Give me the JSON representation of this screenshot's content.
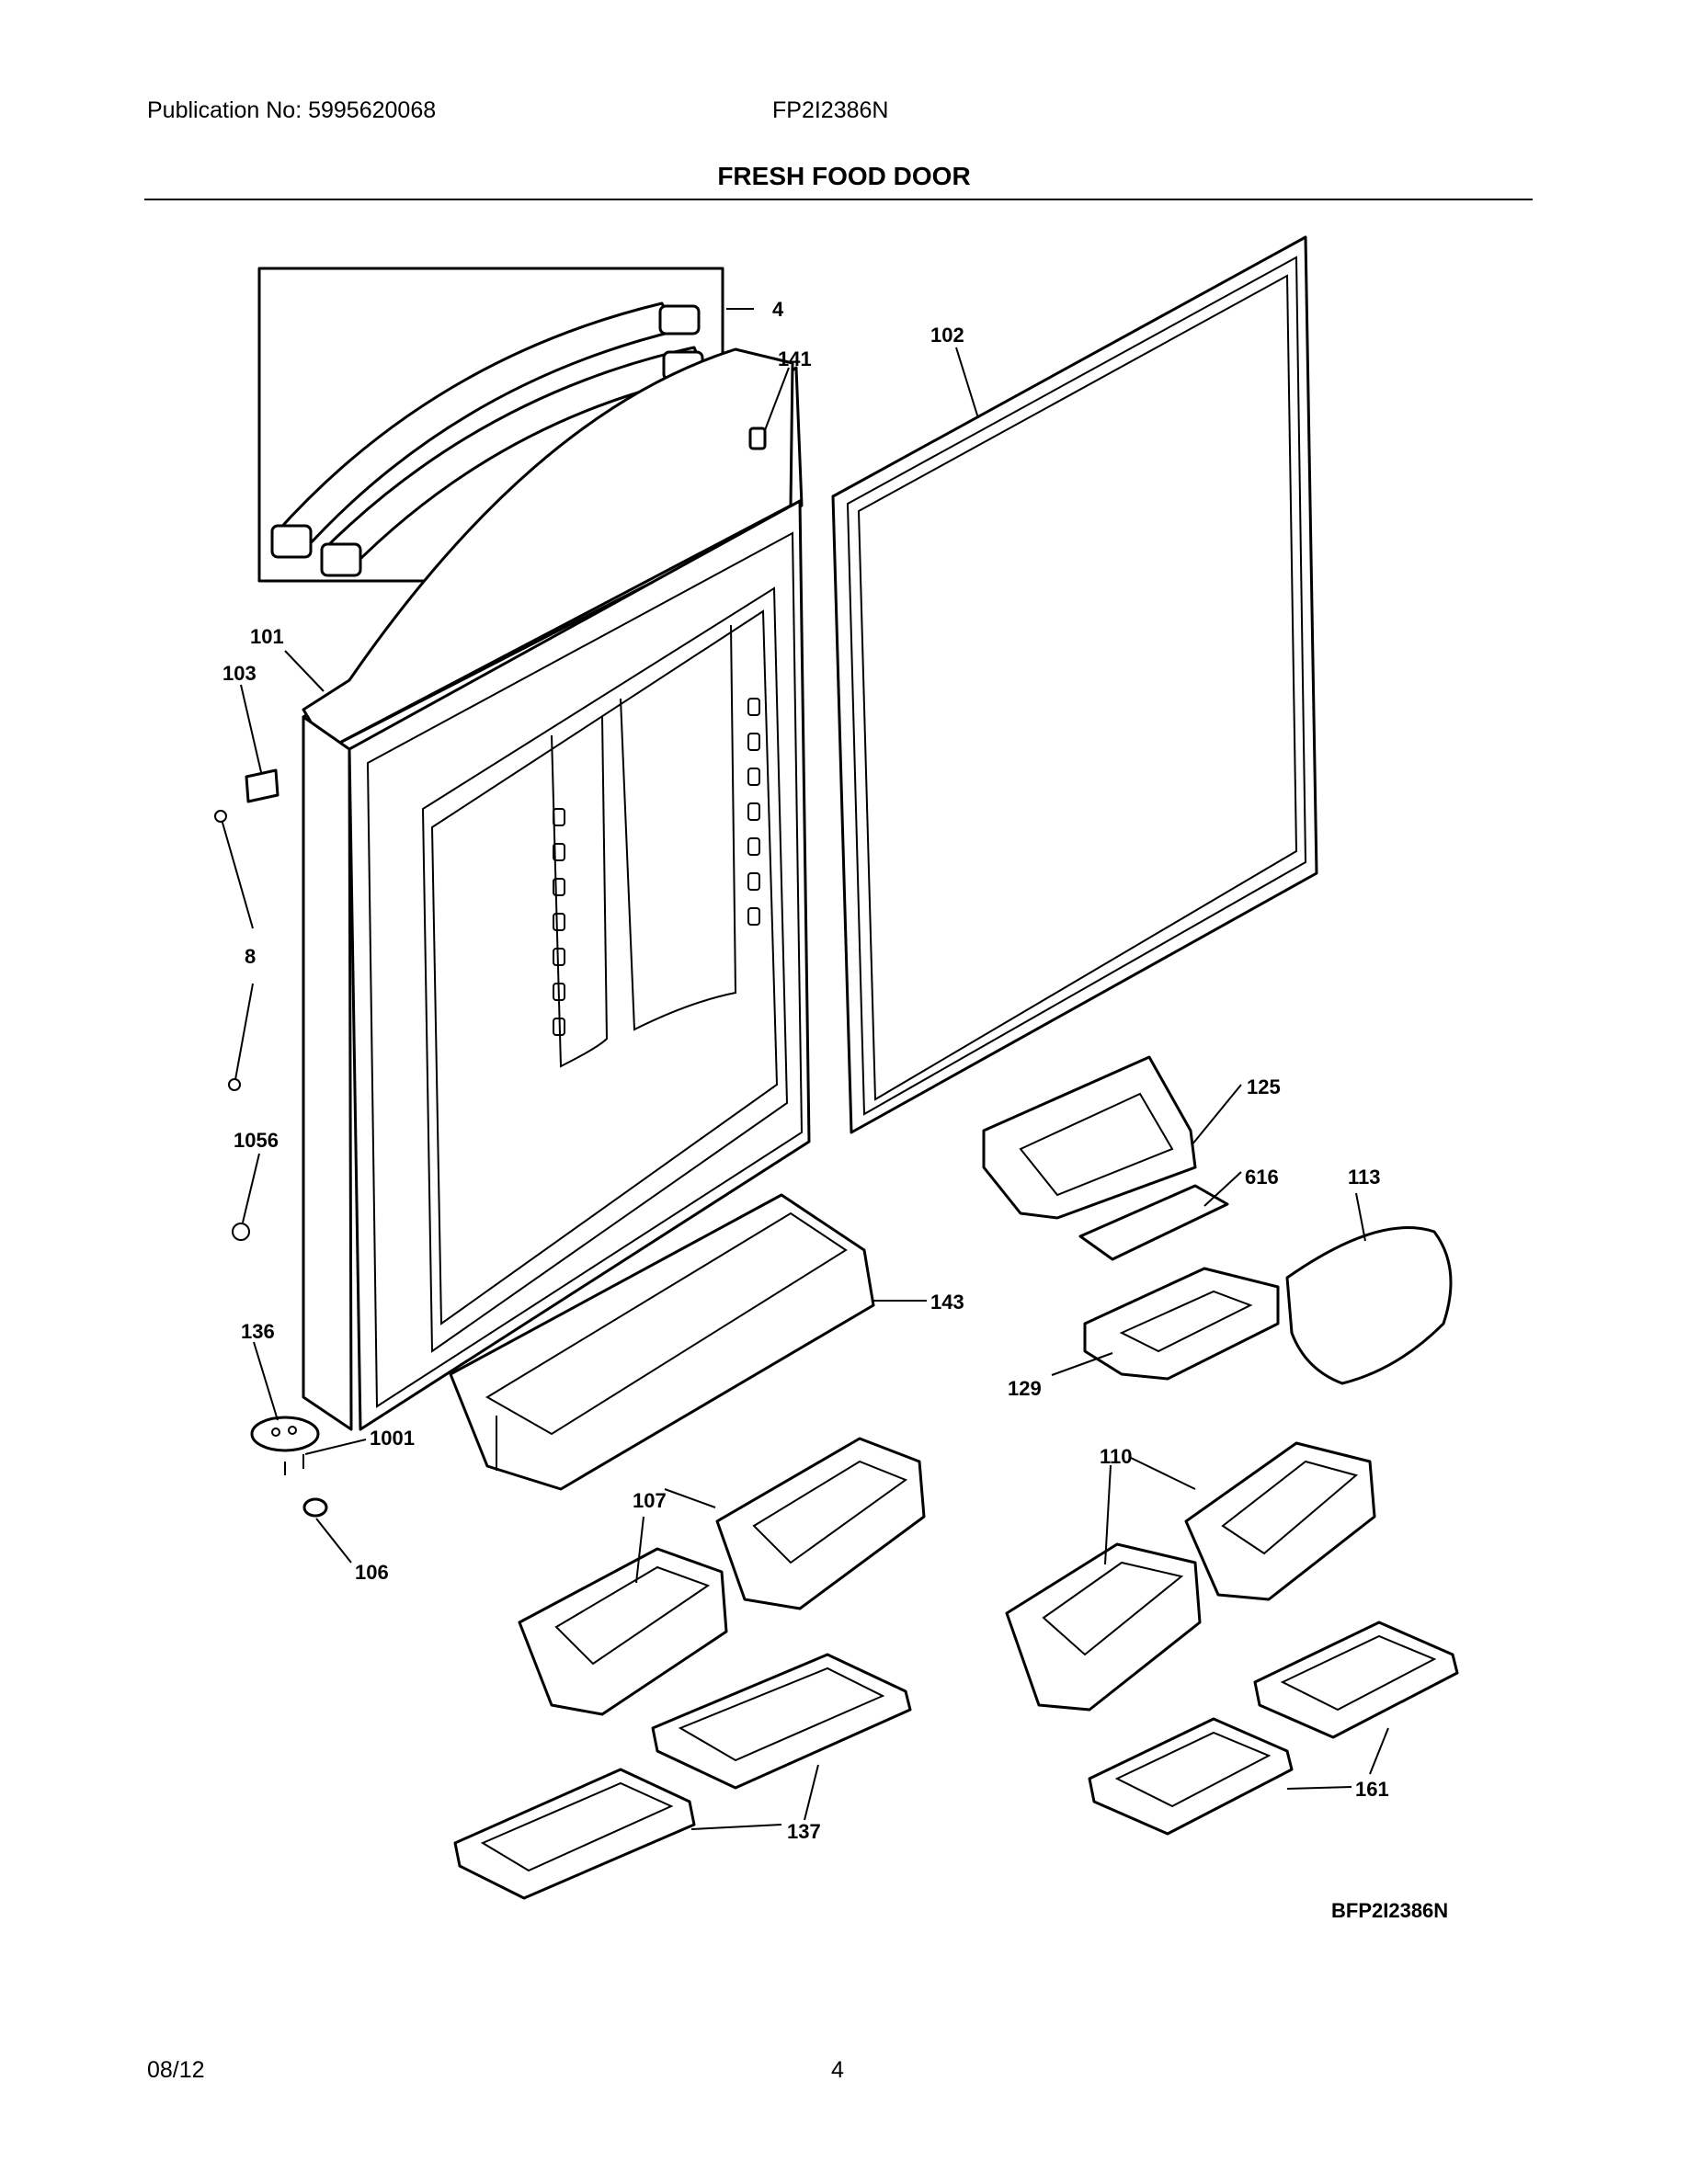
{
  "header": {
    "publication": "Publication No: 5995620068",
    "model": "FP2I2386N",
    "title": "FRESH FOOD DOOR"
  },
  "callouts": {
    "c4": "4",
    "c141": "141",
    "c102": "102",
    "c101": "101",
    "c103": "103",
    "c8": "8",
    "c1056": "1056",
    "c136": "136",
    "c1001": "1001",
    "c106": "106",
    "c125": "125",
    "c616": "616",
    "c113": "113",
    "c143": "143",
    "c129": "129",
    "c107": "107",
    "c110": "110",
    "c137": "137",
    "c161": "161"
  },
  "diagram_code": "BFP2I2386N",
  "footer": {
    "date": "08/12",
    "page": "4"
  }
}
